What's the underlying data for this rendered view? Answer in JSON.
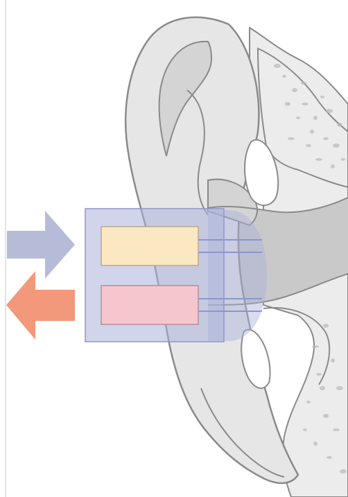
{
  "diagram": {
    "colors": {
      "background": "#ffffff",
      "ear_fill": "#e6e6e6",
      "ear_inner": "#d4d4d4",
      "ear_outline": "#8a8a8a",
      "bone_fill": "#ececec",
      "bone_speckle": "#b9b9b9",
      "canal_fill": "#c9c9c9",
      "device_fill": "#aab2dc",
      "device_stroke": "#8d96c9",
      "sensor_top_fill": "#fbe8c3",
      "sensor_top_stroke": "#b9a98a",
      "sensor_bottom_fill": "#f6c6cf",
      "sensor_bottom_stroke": "#b58e96",
      "arrow_in": "#b6bcd8",
      "arrow_out": "#f3987a"
    },
    "arrows": [
      {
        "direction": "right",
        "role": "incoming",
        "color_key": "arrow_in"
      },
      {
        "direction": "left",
        "role": "outgoing",
        "color_key": "arrow_out"
      }
    ],
    "sensors": [
      {
        "role": "upper-sensor",
        "color_key": "sensor_top_fill"
      },
      {
        "role": "lower-sensor",
        "color_key": "sensor_bottom_fill"
      }
    ],
    "icons": [
      "ear-illustration",
      "earpiece-device",
      "arrow-right-icon",
      "arrow-left-icon"
    ]
  }
}
